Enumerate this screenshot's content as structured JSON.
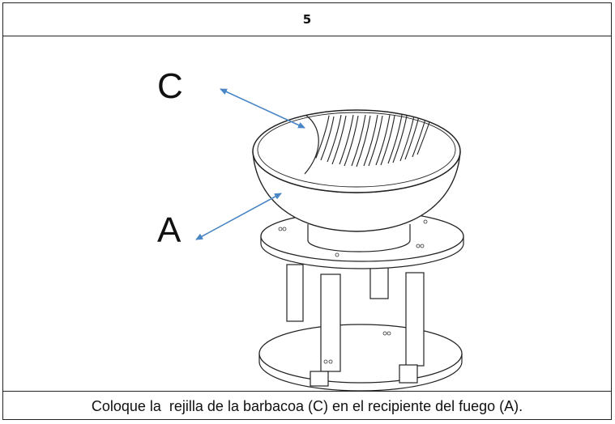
{
  "step": {
    "number": "5"
  },
  "figure": {
    "labels": {
      "grill": "C",
      "bowl": "A"
    },
    "arrow_color": "#4a86c5"
  },
  "caption": {
    "text": "Coloque la  rejilla de la barbacoa (C) en el recipiente del fuego (A)."
  }
}
